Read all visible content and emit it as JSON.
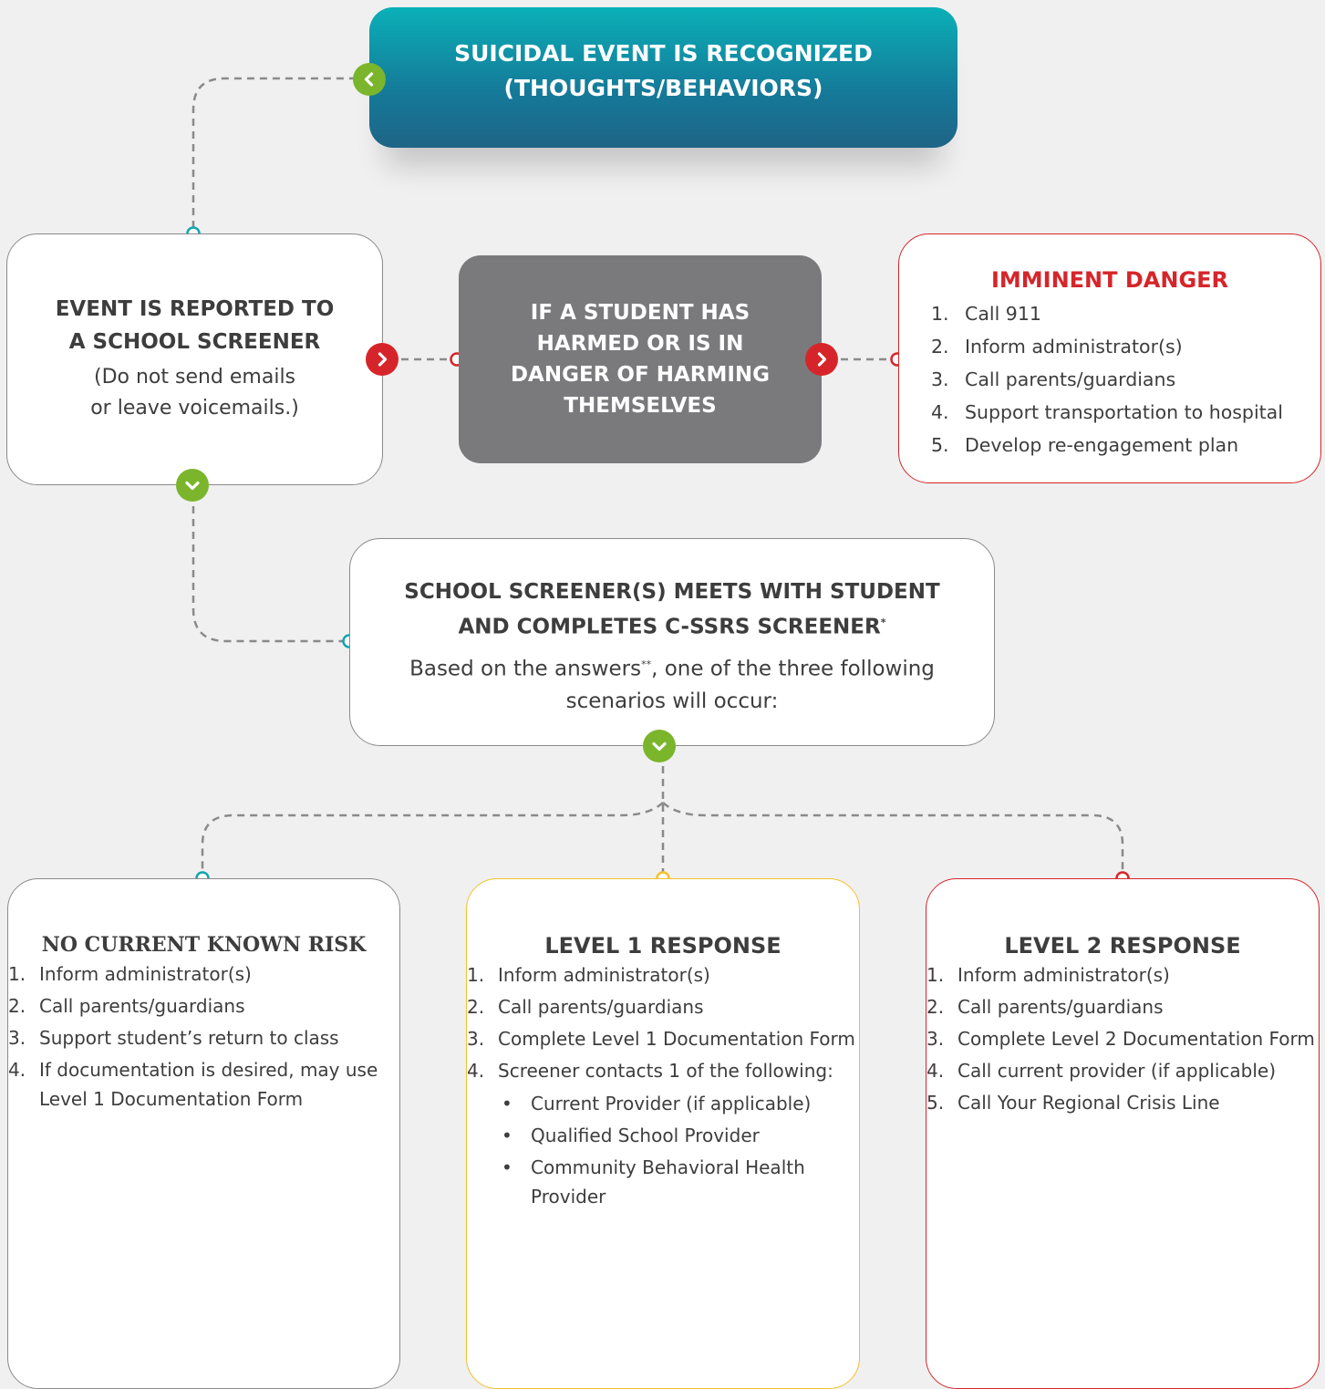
{
  "colors": {
    "teal": "#0ab0b7",
    "navy": "#1f6487",
    "red": "#d6252a",
    "yellow": "#f3c12e",
    "green": "#7ab52c",
    "gray_box": "#7a7a7c",
    "text": "#3d3d3d"
  },
  "top_event": {
    "line1": "SUICIDAL EVENT IS RECOGNIZED",
    "line2": "(THOUGHTS/BEHAVIORS)"
  },
  "reported": {
    "title_line1": "EVENT IS REPORTED TO",
    "title_line2": "A SCHOOL SCREENER",
    "note_line1": "(Do not send emails",
    "note_line2": "or leave voicemails.)"
  },
  "harm": {
    "text": "IF A STUDENT HAS HARMED OR IS IN DANGER OF HARMING THEMSELVES"
  },
  "imminent": {
    "title": "IMMINENT DANGER",
    "steps": [
      {
        "num": "1.",
        "text": "Call 911"
      },
      {
        "num": "2.",
        "text": "Inform administrator(s)"
      },
      {
        "num": "3.",
        "text": "Call parents/guardians"
      },
      {
        "num": "4.",
        "text": "Support transportation to hospital"
      },
      {
        "num": "5.",
        "text": "Develop re-engagement plan"
      }
    ]
  },
  "screener": {
    "title_line1": "SCHOOL SCREENER(S) MEETS WITH STUDENT",
    "title_line2": "AND COMPLETES C-SSRS SCREENER",
    "title_mark": "*",
    "desc_part1": "Based on the answers",
    "desc_mark": "**",
    "desc_part2": ", one of the three following",
    "desc_line2": "scenarios will occur:"
  },
  "no_risk": {
    "title": "NO CURRENT KNOWN RISK",
    "steps": [
      {
        "num": "1.",
        "text": "Inform administrator(s)"
      },
      {
        "num": "2.",
        "text": "Call parents/guardians"
      },
      {
        "num": "3.",
        "text": "Support student’s return to class"
      },
      {
        "num": "4.",
        "text": "If documentation is desired, may use Level 1 Documentation Form"
      }
    ]
  },
  "level1": {
    "title": "LEVEL 1 RESPONSE",
    "steps": [
      {
        "num": "1.",
        "text": "Inform administrator(s)"
      },
      {
        "num": "2.",
        "text": "Call parents/guardians"
      },
      {
        "num": "3.",
        "text": "Complete Level 1 Documentation Form"
      },
      {
        "num": "4.",
        "text": "Screener contacts 1 of the following:"
      }
    ],
    "providers": [
      "Current Provider (if applicable)",
      "Qualified School Provider",
      "Community Behavioral Health Provider"
    ]
  },
  "level2": {
    "title": "LEVEL 2 RESPONSE",
    "steps": [
      {
        "num": "1.",
        "text": "Inform administrator(s)"
      },
      {
        "num": "2.",
        "text": "Call parents/guardians"
      },
      {
        "num": "3.",
        "text": "Complete Level 2 Documentation Form"
      },
      {
        "num": "4.",
        "text": "Call current provider (if applicable)"
      },
      {
        "num": "5.",
        "text": "Call Your Regional Crisis Line"
      }
    ]
  },
  "icons": {
    "to_top": "chevron-left-icon",
    "to_harm": "chevron-right-icon",
    "to_imminent": "chevron-right-icon",
    "to_screener": "chevron-down-icon",
    "to_outcomes": "chevron-down-icon"
  }
}
